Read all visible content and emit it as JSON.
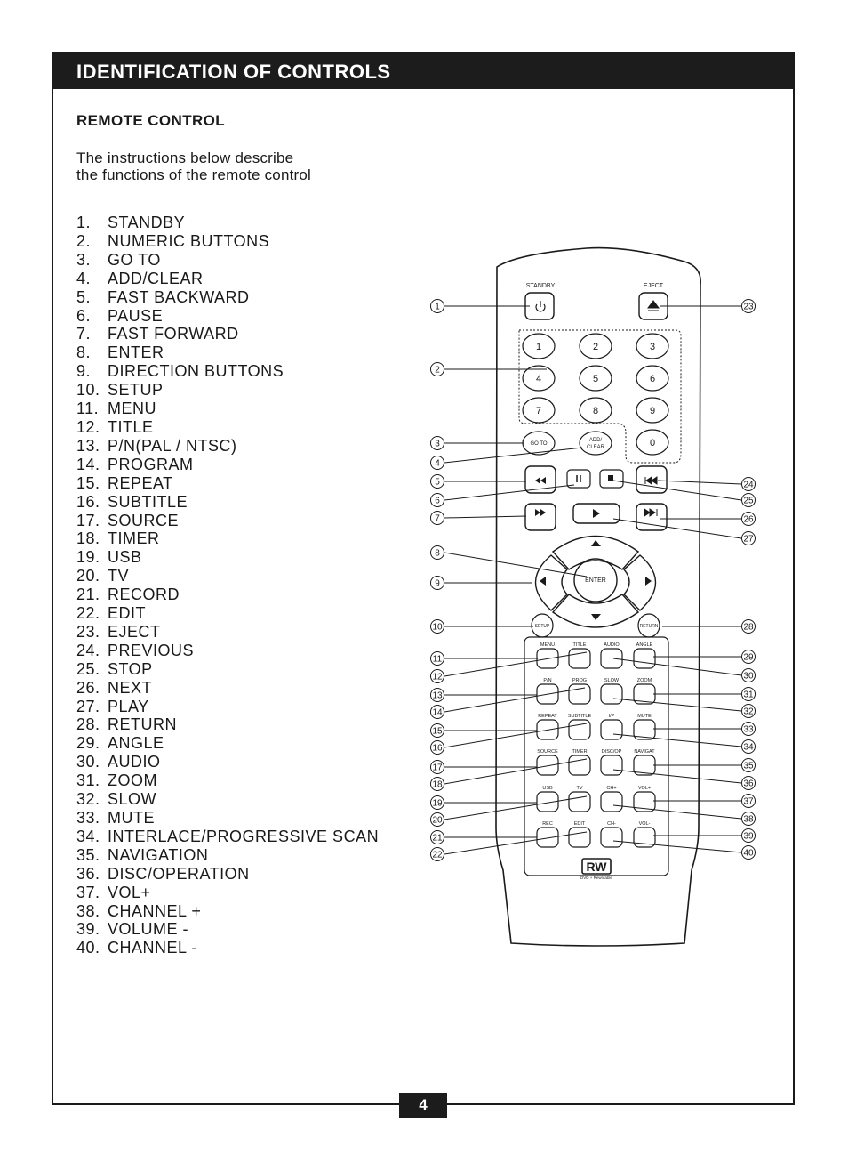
{
  "header": {
    "title": "IDENTIFICATION OF CONTROLS"
  },
  "section": {
    "title": "REMOTE CONTROL",
    "intro_line1": "The instructions below describe",
    "intro_line2": "the functions of the remote control"
  },
  "controls": [
    {
      "n": "1.",
      "label": "STANDBY"
    },
    {
      "n": "2.",
      "label": "NUMERIC BUTTONS"
    },
    {
      "n": "3.",
      "label": "GO TO"
    },
    {
      "n": "4.",
      "label": "ADD/CLEAR"
    },
    {
      "n": "5.",
      "label": "FAST BACKWARD"
    },
    {
      "n": "6.",
      "label": "PAUSE"
    },
    {
      "n": "7.",
      "label": "FAST FORWARD"
    },
    {
      "n": "8.",
      "label": "ENTER"
    },
    {
      "n": "9.",
      "label": "DIRECTION BUTTONS"
    },
    {
      "n": "10.",
      "label": "SETUP"
    },
    {
      "n": "11.",
      "label": "MENU"
    },
    {
      "n": "12.",
      "label": "TITLE"
    },
    {
      "n": "13.",
      "label": "P/N(PAL / NTSC)"
    },
    {
      "n": "14.",
      "label": "PROGRAM"
    },
    {
      "n": "15.",
      "label": "REPEAT"
    },
    {
      "n": "16.",
      "label": "SUBTITLE"
    },
    {
      "n": "17.",
      "label": "SOURCE"
    },
    {
      "n": "18.",
      "label": "TIMER"
    },
    {
      "n": "19.",
      "label": "USB"
    },
    {
      "n": "20.",
      "label": "TV"
    },
    {
      "n": "21.",
      "label": "RECORD"
    },
    {
      "n": "22.",
      "label": "EDIT"
    },
    {
      "n": "23.",
      "label": "EJECT"
    },
    {
      "n": "24.",
      "label": "PREVIOUS"
    },
    {
      "n": "25.",
      "label": "STOP"
    },
    {
      "n": "26.",
      "label": "NEXT"
    },
    {
      "n": "27.",
      "label": "PLAY"
    },
    {
      "n": "28.",
      "label": "RETURN"
    },
    {
      "n": "29.",
      "label": "ANGLE"
    },
    {
      "n": "30.",
      "label": "AUDIO"
    },
    {
      "n": "31.",
      "label": "ZOOM"
    },
    {
      "n": "32.",
      "label": "SLOW"
    },
    {
      "n": "33.",
      "label": "MUTE"
    },
    {
      "n": "34.",
      "label": "INTERLACE/PROGRESSIVE SCAN"
    },
    {
      "n": "35.",
      "label": "NAVIGATION"
    },
    {
      "n": "36.",
      "label": "DISC/OPERATION"
    },
    {
      "n": "37.",
      "label": "VOL+"
    },
    {
      "n": "38.",
      "label": "CHANNEL +"
    },
    {
      "n": "39.",
      "label": "VOLUME -"
    },
    {
      "n": "40.",
      "label": "CHANNEL -"
    }
  ],
  "remote": {
    "top_labels": {
      "standby": "STANDBY",
      "eject": "EJECT"
    },
    "digits": [
      "1",
      "2",
      "3",
      "4",
      "5",
      "6",
      "7",
      "8",
      "9",
      "0"
    ],
    "goto": "GO TO",
    "add_clear_1": "ADD/",
    "add_clear_2": "CLEAR",
    "enter": "ENTER",
    "setup": "SETUP",
    "return": "RETURN",
    "grid_labels": [
      "MENU",
      "TITLE",
      "AUDIO",
      "ANGLE",
      "P/N",
      "PROG",
      "SLOW",
      "ZOOM",
      "REPEAT",
      "SUBTITLE",
      "I/P",
      "MUTE",
      "SOURCE",
      "TIMER",
      "DISC/OP",
      "NAVIGAT",
      "USB",
      "TV",
      "CH+",
      "VOL+",
      "REC",
      "EDIT",
      "CH-",
      "VOL-"
    ],
    "logo": "RW",
    "logo_sub": "DVD + Rewritable",
    "callouts_left": [
      "1",
      "2",
      "3",
      "4",
      "5",
      "6",
      "7",
      "8",
      "9",
      "10",
      "11",
      "12",
      "13",
      "14",
      "15",
      "16",
      "17",
      "18",
      "19",
      "20",
      "21",
      "22"
    ],
    "callouts_right": [
      "23",
      "24",
      "25",
      "26",
      "27",
      "28",
      "29",
      "30",
      "31",
      "32",
      "33",
      "34",
      "35",
      "36",
      "37",
      "38",
      "39",
      "40"
    ]
  },
  "footer": {
    "page": "4"
  }
}
